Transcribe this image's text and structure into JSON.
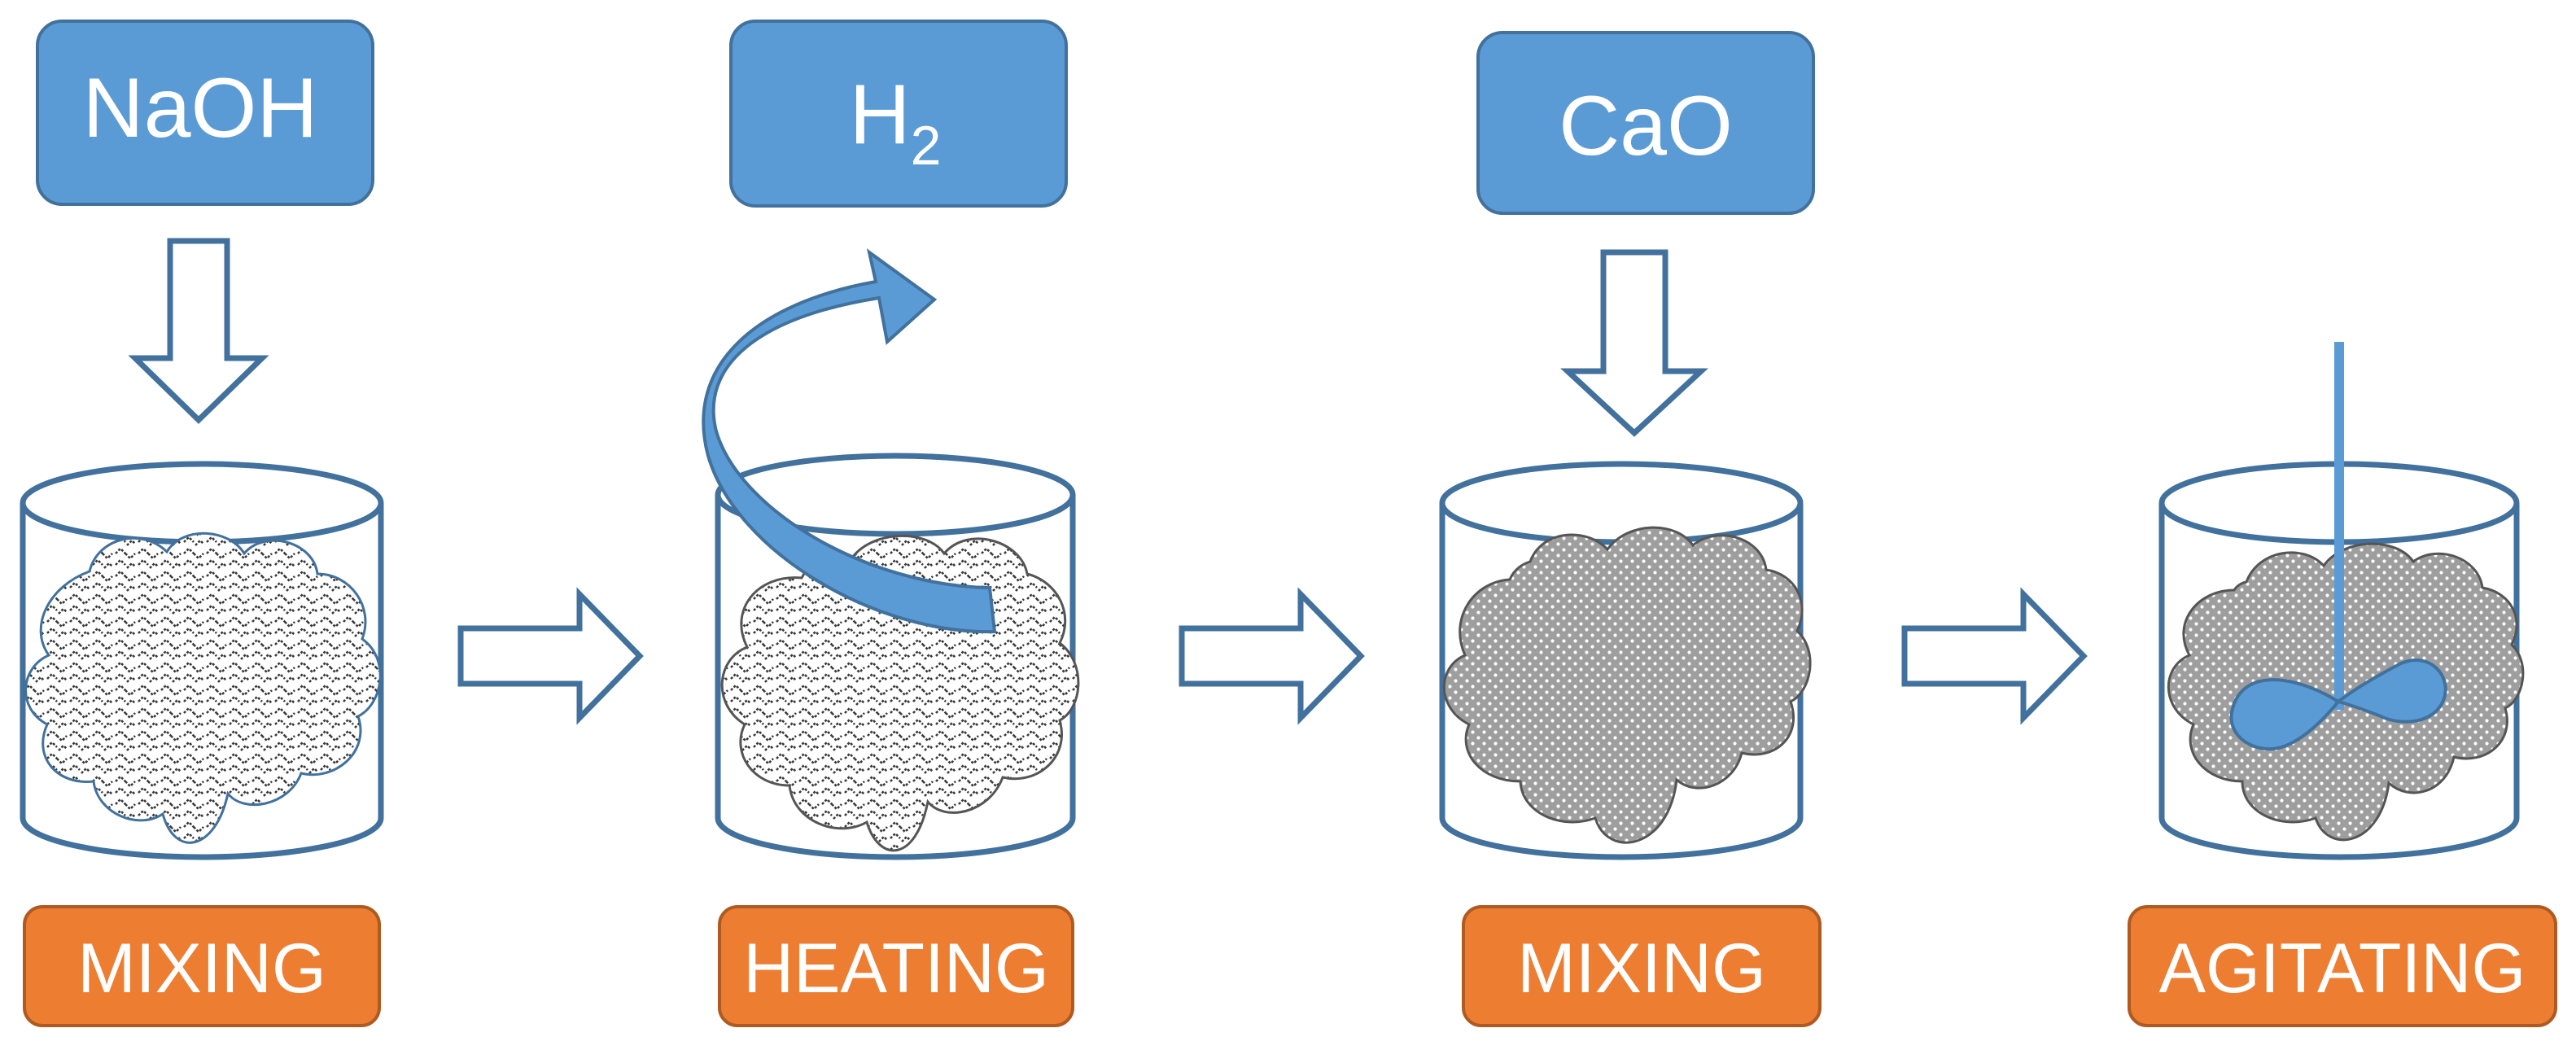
{
  "reagents": {
    "naoh": "NaOH",
    "h2_main": "H",
    "h2_sub": "2",
    "cao": "CaO"
  },
  "steps": {
    "step1": "MIXING",
    "step2": "HEATING",
    "step3": "MIXING",
    "step4": "AGITATING"
  },
  "colors": {
    "reagent_box": "#5b9bd5",
    "step_box": "#ed7d31",
    "outline": "#41719c"
  }
}
